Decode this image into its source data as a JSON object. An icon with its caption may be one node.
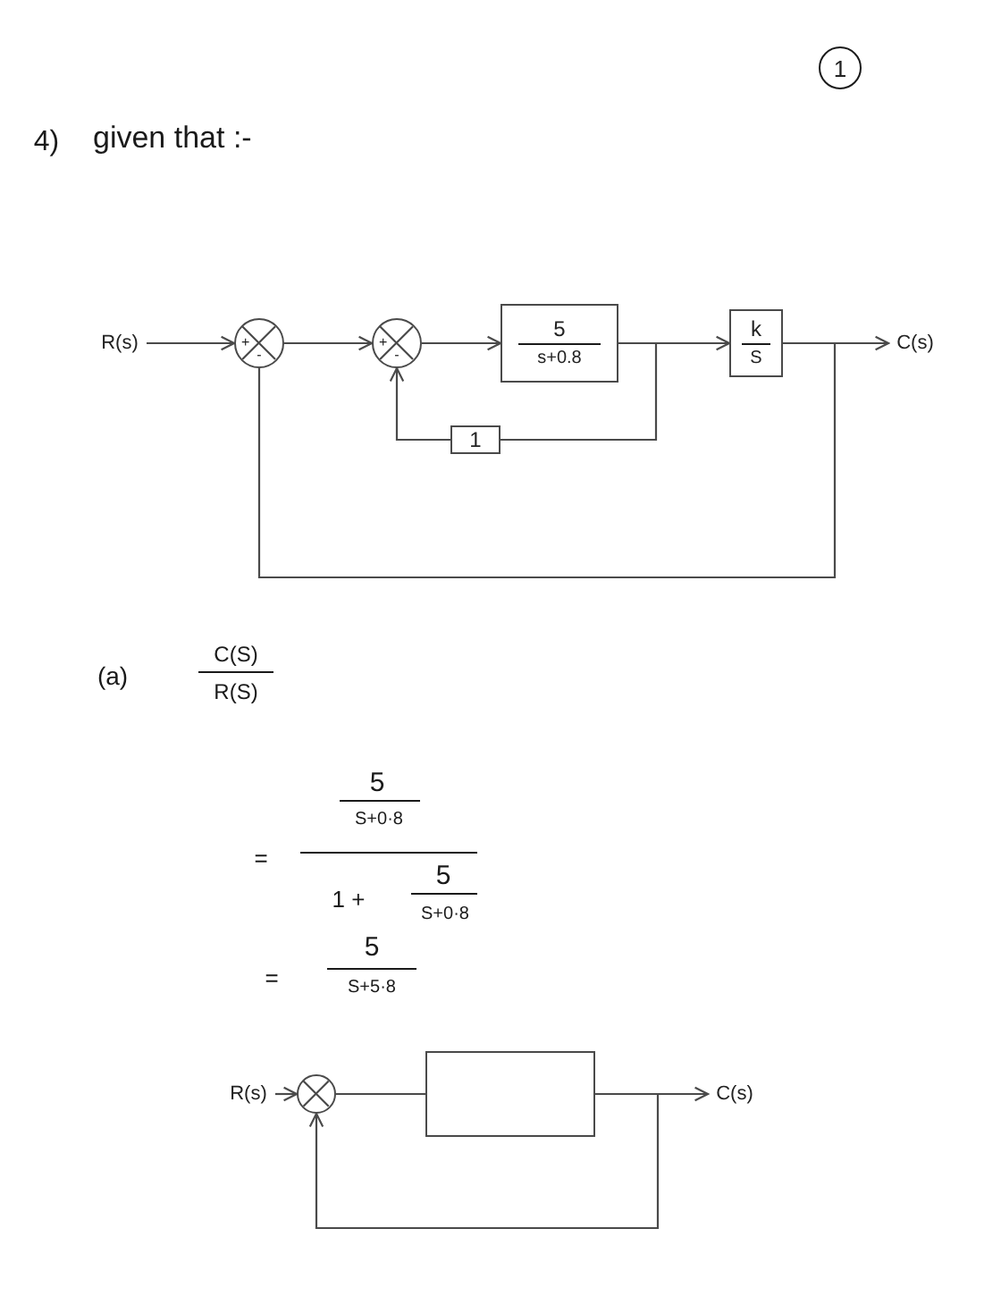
{
  "diagram": {
    "nodes": [
      {
        "text": [
          "1"
        ]
      },
      {
        "text": [
          "R(s)"
        ]
      },
      {
        "text": [
          "+",
          "-"
        ]
      },
      {
        "text": [
          "+",
          "-"
        ]
      },
      {
        "text": [
          "5",
          "s+0.8"
        ]
      },
      {
        "text": [
          "k",
          "S"
        ]
      },
      {
        "text": [
          "C(s)"
        ]
      },
      {
        "text": [
          "1"
        ]
      },
      {
        "text": [
          "R(s)"
        ]
      },
      {
        "text": [],
        "shape": "circle"
      },
      {
        "text": [],
        "shape": "box"
      },
      {
        "text": [
          "C(s)"
        ]
      }
    ],
    "edges": [
      {
        "from": 1,
        "to": 2,
        "arrow": "to"
      },
      {
        "from": 2,
        "to": 3,
        "arrow": "to"
      },
      {
        "from": 3,
        "to": 4,
        "arrow": "to"
      },
      {
        "from": 4,
        "to": 5,
        "arrow": "to"
      },
      {
        "from": 5,
        "to": 6,
        "arrow": "to"
      },
      {
        "from": 4,
        "to": 7,
        "arrow": "none"
      },
      {
        "from": 7,
        "to": 3,
        "arrow": "to"
      },
      {
        "from": 5,
        "to": 2,
        "arrow": "none"
      },
      {
        "from": 8,
        "to": 9,
        "arrow": "to"
      },
      {
        "from": 9,
        "to": 10,
        "arrow": "none"
      },
      {
        "from": 10,
        "to": 11,
        "arrow": "to"
      },
      {
        "from": 10,
        "to": 9,
        "arrow": "to"
      }
    ],
    "labels": [
      "4)",
      "given that :-",
      "(a)",
      "C(S)",
      "R(S)",
      "=",
      "5",
      "S+0·8",
      "1 +",
      "5",
      "S+0·8",
      "=",
      "5",
      "S+5·8"
    ]
  }
}
